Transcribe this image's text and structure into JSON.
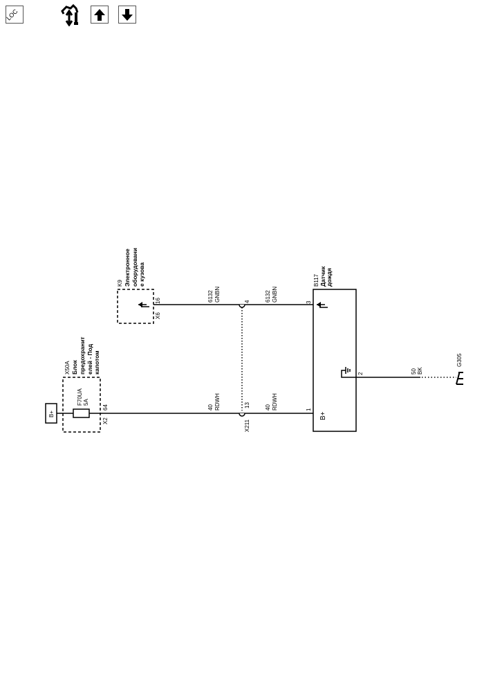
{
  "toolbar": {
    "icons": [
      "location-icon",
      "connector-tools-icon",
      "arrow-up-icon",
      "arrow-down-icon"
    ],
    "loc_label": "LOC"
  },
  "diagram": {
    "battery": {
      "label": "B+"
    },
    "fuse_block": {
      "ref": "X50A",
      "name_lines": [
        "Блок",
        "предохранит",
        "елей - Под",
        "капотом"
      ],
      "fuse": "F70UA",
      "rating": "5A",
      "pin": "64",
      "connector": "X2"
    },
    "body_module": {
      "ref": "K9",
      "name_lines": [
        "Электронное",
        "оборудовани",
        "е кузова"
      ],
      "pin": "16",
      "connector": "X6"
    },
    "wire_gnbn_left": {
      "circuit": "6132",
      "color": "GNBN"
    },
    "wire_rdwh_left": {
      "circuit": "40",
      "color": "RDWH"
    },
    "splice": {
      "ref": "X211",
      "pin_top": "4",
      "pin_bottom": "13"
    },
    "wire_gnbn_right": {
      "circuit": "6132",
      "color": "GNBN"
    },
    "wire_rdwh_right": {
      "circuit": "40",
      "color": "RDWH"
    },
    "sensor": {
      "ref": "B117",
      "name_lines": [
        "Датчик",
        "дождя"
      ],
      "pin_data": "3",
      "pin_power": "1",
      "pin_ground": "2",
      "power_label": "B+"
    },
    "ground_wire": {
      "circuit": "50",
      "color": "BK"
    },
    "ground": {
      "ref": "G305"
    }
  }
}
